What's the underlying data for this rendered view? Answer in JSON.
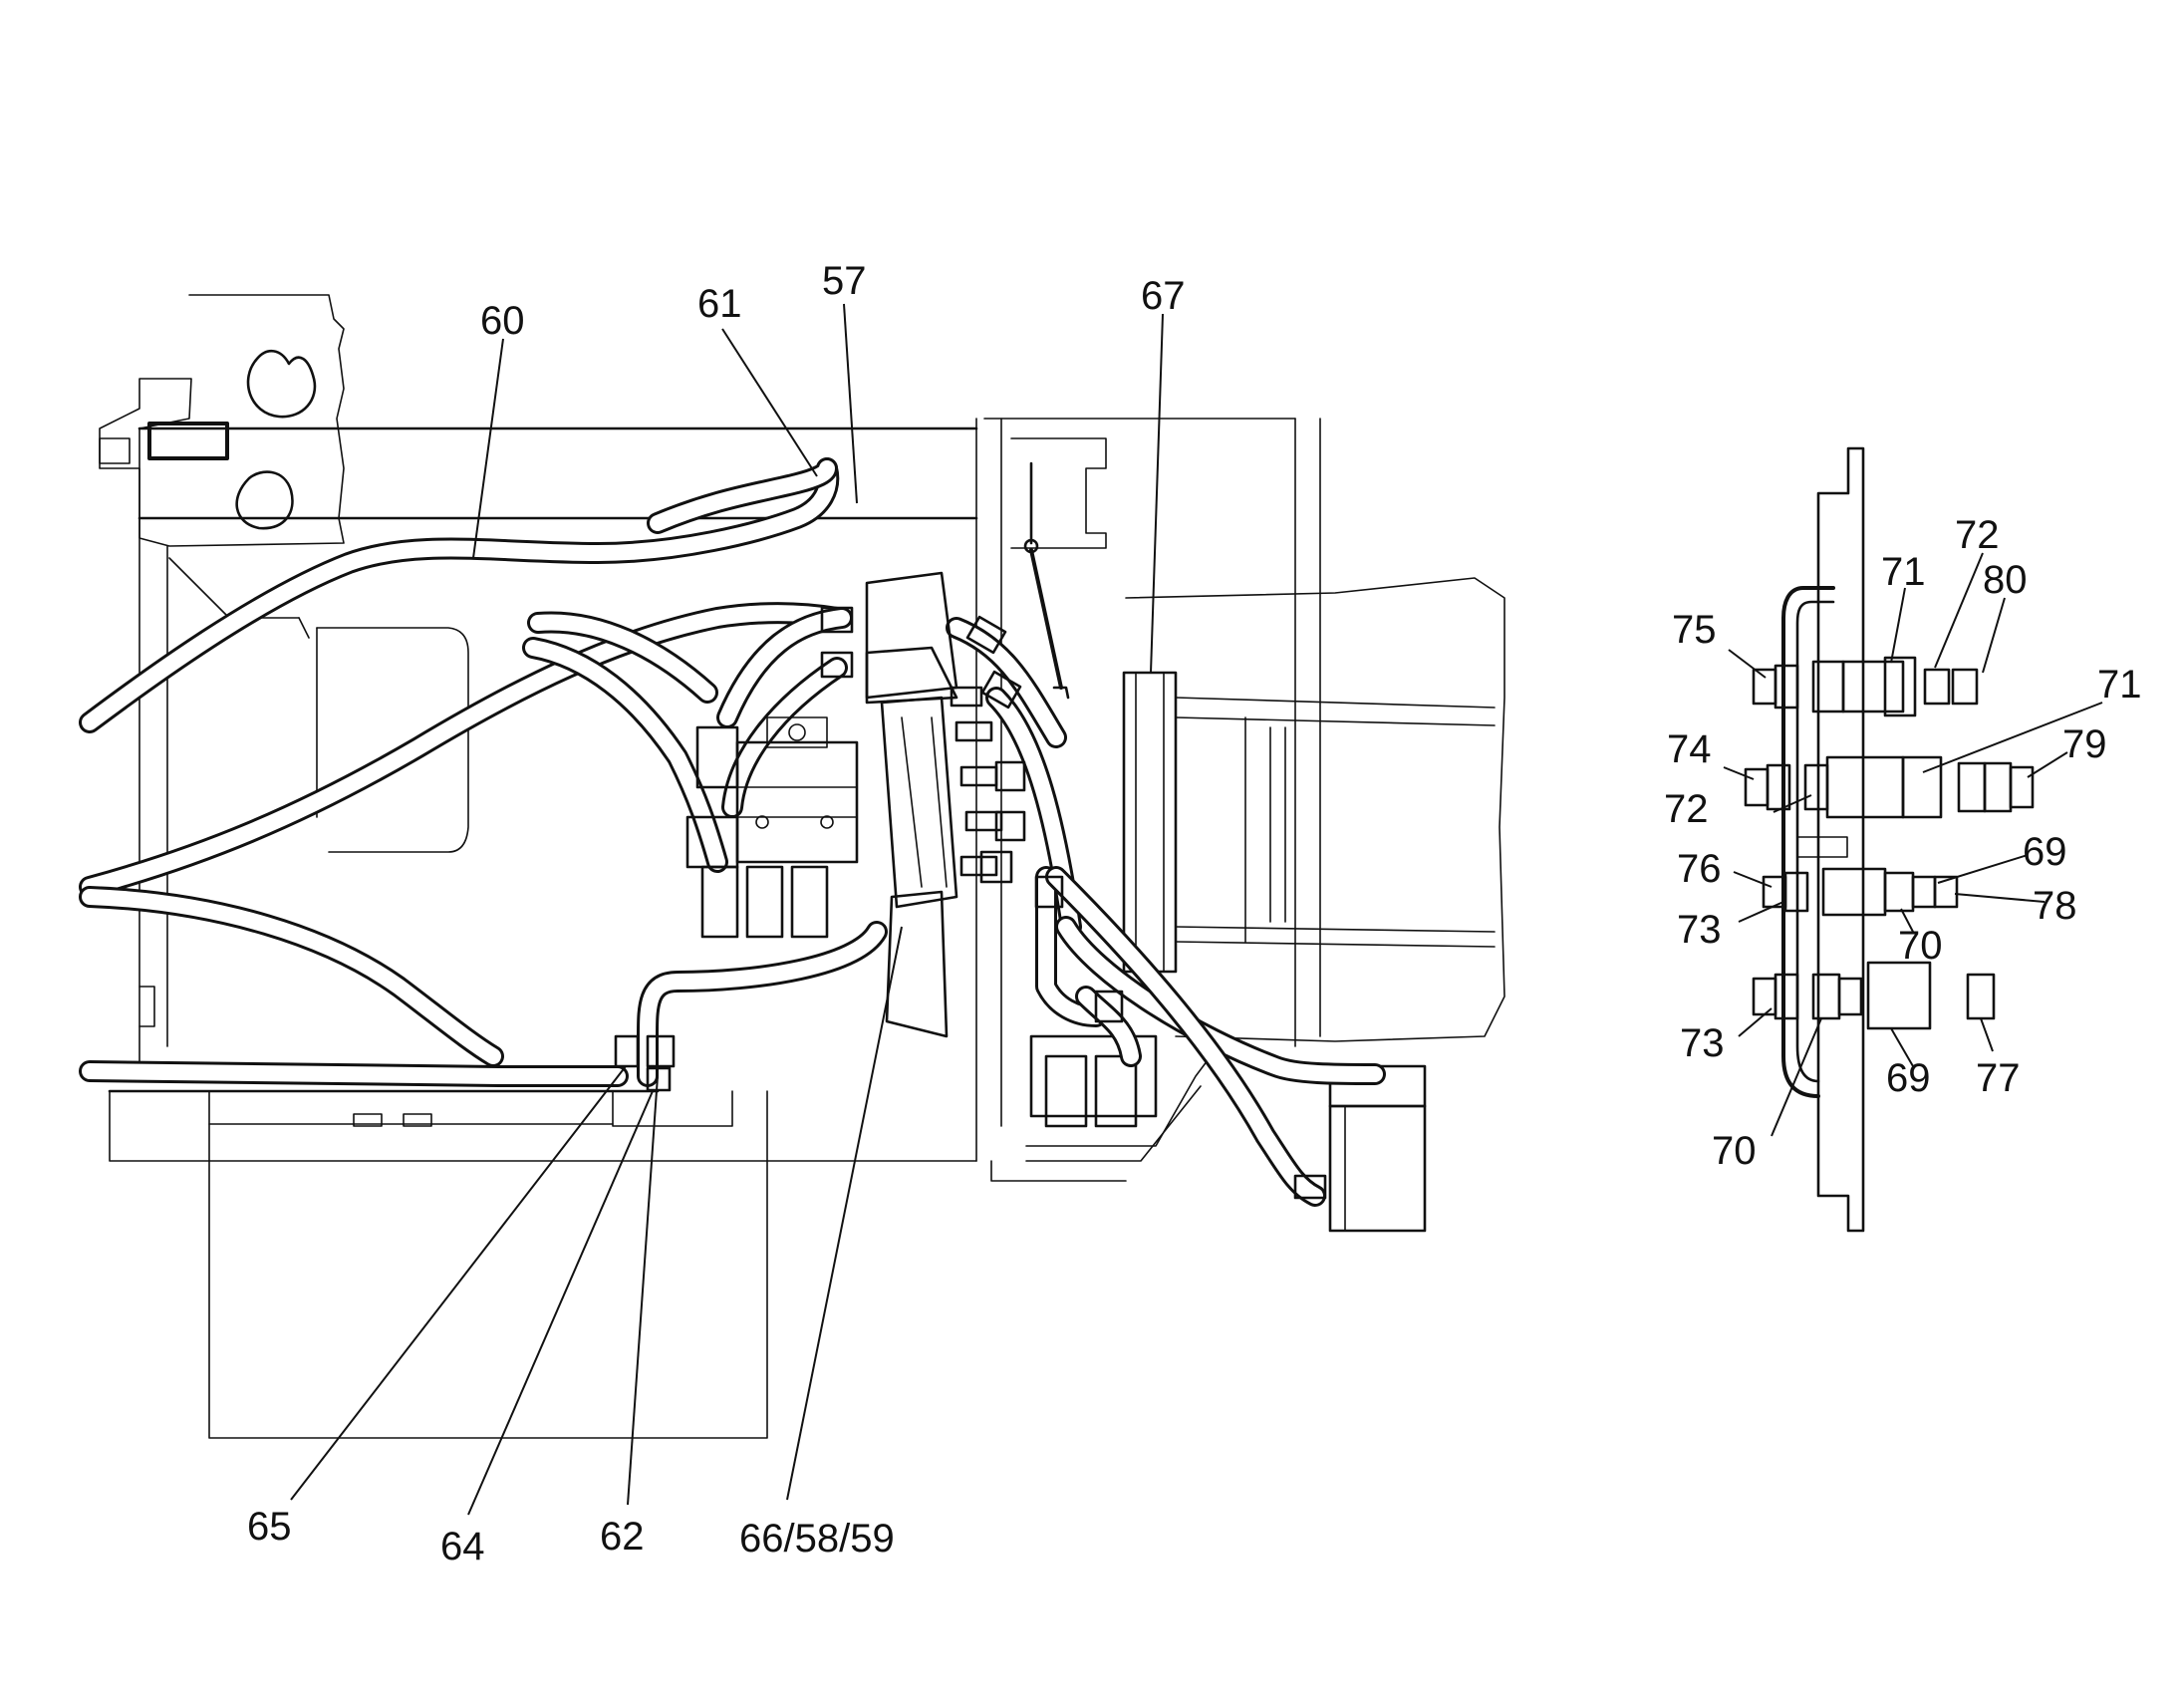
{
  "callouts": {
    "c60": "60",
    "c61": "61",
    "c57": "57",
    "c67": "67",
    "c65": "65",
    "c64": "64",
    "c62": "62",
    "c66_58_59": "66/58/59",
    "c72_top": "72",
    "c71_top": "71",
    "c80": "80",
    "c75": "75",
    "c71_right": "71",
    "c74": "74",
    "c79": "79",
    "c72_mid": "72",
    "c69_top": "69",
    "c76": "76",
    "c78": "78",
    "c70_mid": "70",
    "c73_mid": "73",
    "c73_low": "73",
    "c69_low": "69",
    "c77": "77",
    "c70_low": "70"
  }
}
